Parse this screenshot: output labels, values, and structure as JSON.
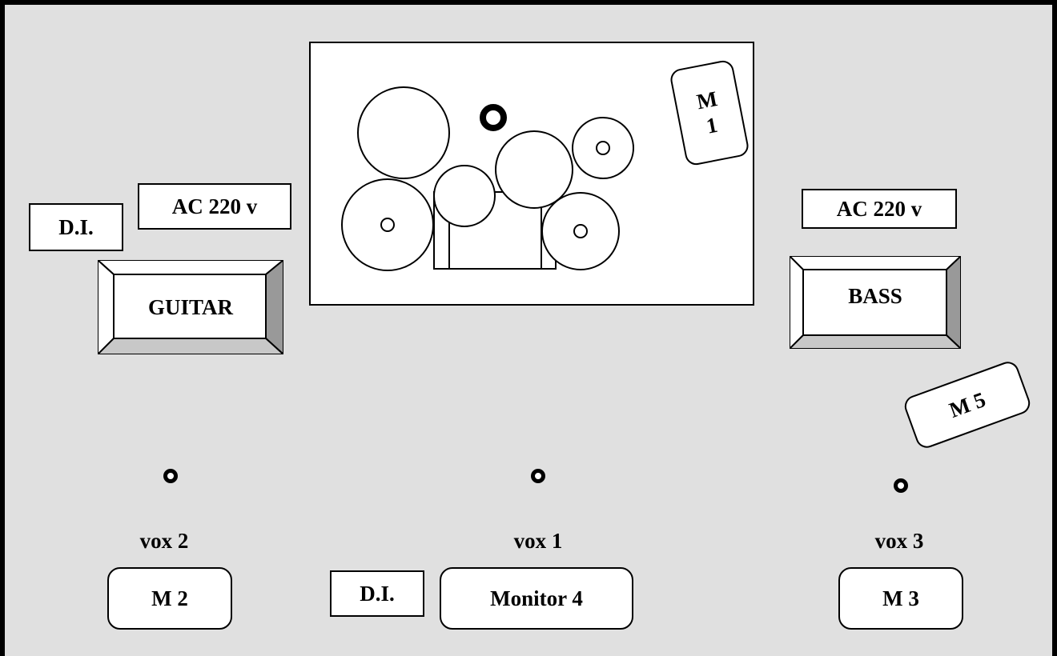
{
  "stage_plot": {
    "drum_kit": {
      "monitor_label": "M\n1"
    },
    "left": {
      "di_label": "D.I.",
      "power_label": "AC 220 v",
      "amp_label": "GUITAR"
    },
    "right": {
      "power_label": "AC 220 v",
      "amp_label": "BASS",
      "monitor_label": "M 5"
    },
    "vocal_positions": [
      {
        "label": "vox 2",
        "monitor": "M 2"
      },
      {
        "label": "vox 1",
        "monitor": "Monitor 4"
      },
      {
        "label": "vox 3",
        "monitor": "M 3"
      }
    ],
    "front_di_label": "D.I."
  },
  "colors": {
    "stage_background": "#e0e0e0",
    "amp_face": "#ffffff",
    "amp_bevel_light": "#ffffff",
    "amp_bevel_dark": "#999999",
    "amp_bevel_mid": "#c8c8c8",
    "outline": "#000000"
  }
}
